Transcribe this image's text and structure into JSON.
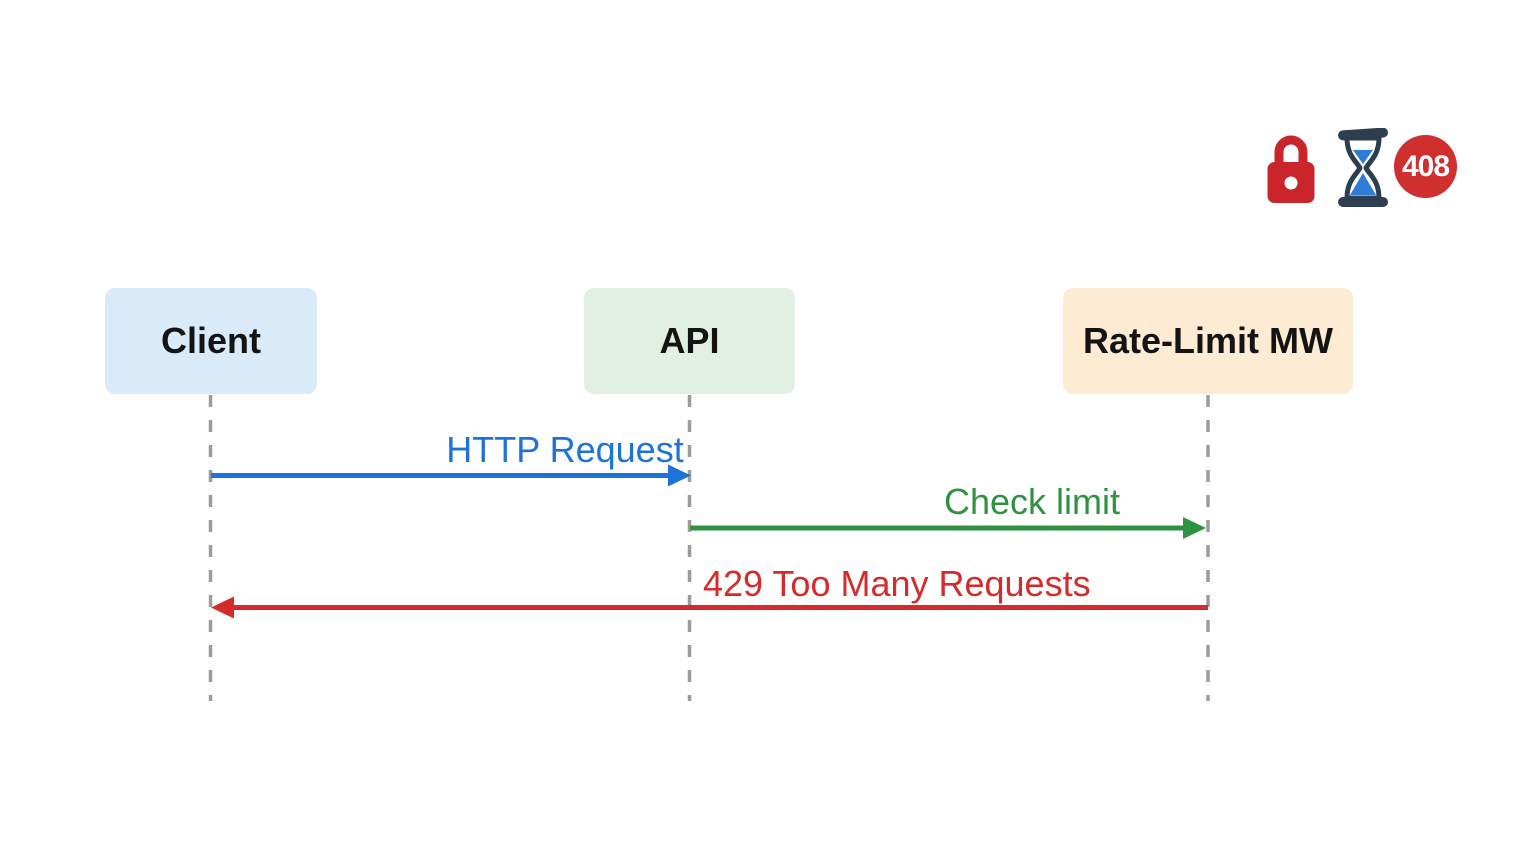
{
  "status_icons": {
    "lock_color": "#c9252b",
    "hourglass_frame": "#2c3e50",
    "hourglass_sand": "#2e7cd6",
    "glass_fill": "#ffffff",
    "badge": {
      "label": "408",
      "bg": "#d02f2f",
      "fg": "#ffffff"
    }
  },
  "participants": [
    {
      "label": "Client",
      "bg": "#d9eaf8"
    },
    {
      "label": "API",
      "bg": "#e2f0e3"
    },
    {
      "label": "Rate-Limit MW",
      "bg": "#fdebd3"
    }
  ],
  "messages": [
    {
      "from": "Client",
      "to": "API",
      "label": "HTTP Request",
      "color": "#1e73d9"
    },
    {
      "from": "API",
      "to": "Rate-Limit MW",
      "label": "Check limit",
      "color": "#2f9240"
    },
    {
      "from": "Rate-Limit MW",
      "to": "Client",
      "label": "429 Too Many Requests",
      "color": "#d52b2b"
    }
  ],
  "lifeline_color": "#9c9c9c"
}
